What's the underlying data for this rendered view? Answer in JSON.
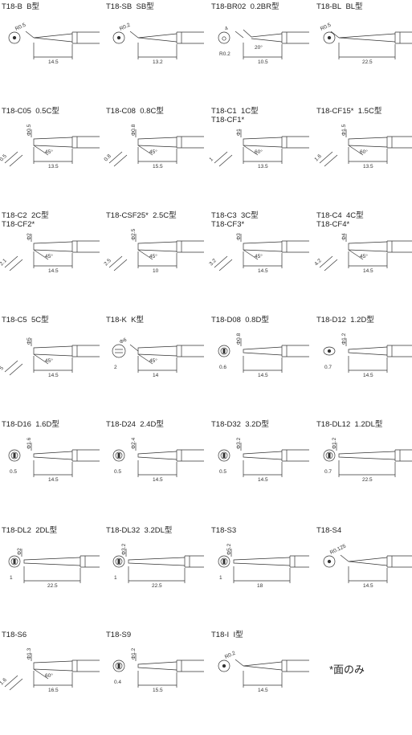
{
  "tips": [
    {
      "name": "T18-B",
      "type": "B型",
      "extra": "",
      "kind": "conical",
      "front": "circle",
      "len": "14.5",
      "tipDim": "R0.5",
      "angleDim": "",
      "sideDim": ""
    },
    {
      "name": "T18-SB",
      "type": "SB型",
      "extra": "",
      "kind": "conical",
      "front": "circle",
      "len": "13.2",
      "tipDim": "R0.2",
      "angleDim": "",
      "sideDim": ""
    },
    {
      "name": "T18-BR02",
      "type": "0.2BR型",
      "extra": "",
      "kind": "bent",
      "front": "bent",
      "len": "10.5",
      "tipDim": "4",
      "angleDim": "20°",
      "sideDim": "R0.2"
    },
    {
      "name": "T18-BL",
      "type": "BL型",
      "extra": "",
      "kind": "long",
      "front": "circle",
      "len": "22.5",
      "tipDim": "R0.5",
      "angleDim": "",
      "sideDim": ""
    },
    {
      "name": "T18-C05",
      "type": "0.5C型",
      "extra": "",
      "kind": "bevel",
      "front": "none",
      "len": "13.5",
      "tipDim": "Φ0.5",
      "angleDim": "45°",
      "sideDim": "0.5"
    },
    {
      "name": "T18-C08",
      "type": "0.8C型",
      "extra": "",
      "kind": "bevel",
      "front": "none",
      "len": "15.5",
      "tipDim": "Φ0.8",
      "angleDim": "45°",
      "sideDim": "0.8"
    },
    {
      "name": "T18-C1",
      "type": "1C型",
      "extra": "T18-CF1*",
      "kind": "bevel",
      "front": "none",
      "len": "13.5",
      "tipDim": "Φ1",
      "angleDim": "60°",
      "sideDim": "1"
    },
    {
      "name": "T18-CF15*",
      "type": "1.5C型",
      "extra": "",
      "kind": "bevel",
      "front": "none",
      "len": "13.5",
      "tipDim": "Φ1.5",
      "angleDim": "60°",
      "sideDim": "1.6"
    },
    {
      "name": "T18-C2",
      "type": "2C型",
      "extra": "T18-CF2*",
      "kind": "bevel",
      "front": "none",
      "len": "14.5",
      "tipDim": "Φ2",
      "angleDim": "45°",
      "sideDim": "2.1"
    },
    {
      "name": "T18-CSF25*",
      "type": "2.5C型",
      "extra": "",
      "kind": "bevel",
      "front": "none",
      "len": "10",
      "tipDim": "Φ2.5",
      "angleDim": "45°",
      "sideDim": "2.5"
    },
    {
      "name": "T18-C3",
      "type": "3C型",
      "extra": "T18-CF3*",
      "kind": "bevel",
      "front": "none",
      "len": "14.5",
      "tipDim": "Φ3",
      "angleDim": "45°",
      "sideDim": "3.2"
    },
    {
      "name": "T18-C4",
      "type": "4C型",
      "extra": "T18-CF4*",
      "kind": "bevel",
      "front": "none",
      "len": "14.5",
      "tipDim": "Φ4",
      "angleDim": "45°",
      "sideDim": "4.2"
    },
    {
      "name": "T18-C5",
      "type": "5C型",
      "extra": "",
      "kind": "bevel",
      "front": "none",
      "len": "14.5",
      "tipDim": "Φ5",
      "angleDim": "45°",
      "sideDim": "5"
    },
    {
      "name": "T18-K",
      "type": "K型",
      "extra": "",
      "kind": "knife",
      "front": "knife",
      "len": "14",
      "tipDim": "Φ6",
      "angleDim": "45°",
      "sideDim": "2"
    },
    {
      "name": "T18-D08",
      "type": "0.8D型",
      "extra": "",
      "kind": "chisel",
      "front": "chisel",
      "len": "14.5",
      "tipDim": "Φ0.8",
      "angleDim": "",
      "sideDim": "0.6"
    },
    {
      "name": "T18-D12",
      "type": "1.2D型",
      "extra": "",
      "kind": "chisel",
      "front": "eye",
      "len": "14.5",
      "tipDim": "Φ1.2",
      "angleDim": "",
      "sideDim": "0.7"
    },
    {
      "name": "T18-D16",
      "type": "1.6D型",
      "extra": "",
      "kind": "chisel",
      "front": "chisel",
      "len": "14.5",
      "tipDim": "Φ1.6",
      "angleDim": "",
      "sideDim": "0.5"
    },
    {
      "name": "T18-D24",
      "type": "2.4D型",
      "extra": "",
      "kind": "chisel",
      "front": "chisel",
      "len": "14.5",
      "tipDim": "Φ2.4",
      "angleDim": "",
      "sideDim": "0.5"
    },
    {
      "name": "T18-D32",
      "type": "3.2D型",
      "extra": "",
      "kind": "chisel",
      "front": "chisel",
      "len": "14.5",
      "tipDim": "Φ3.2",
      "angleDim": "",
      "sideDim": "0.5"
    },
    {
      "name": "T18-DL12",
      "type": "1.2DL型",
      "extra": "",
      "kind": "longchisel",
      "front": "chisel",
      "len": "22.5",
      "tipDim": "Φ1.2",
      "angleDim": "",
      "sideDim": "0.7"
    },
    {
      "name": "T18-DL2",
      "type": "2DL型",
      "extra": "",
      "kind": "longchisel",
      "front": "chisel",
      "len": "22.5",
      "tipDim": "Φ2",
      "angleDim": "",
      "sideDim": "1"
    },
    {
      "name": "T18-DL32",
      "type": "3.2DL型",
      "extra": "",
      "kind": "longchisel",
      "front": "chisel",
      "len": "22.5",
      "tipDim": "Φ3.2",
      "angleDim": "",
      "sideDim": "1"
    },
    {
      "name": "T18-S3",
      "type": "",
      "extra": "",
      "kind": "longchisel",
      "front": "chisel",
      "len": "18",
      "tipDim": "Φ5.2",
      "angleDim": "",
      "sideDim": "1"
    },
    {
      "name": "T18-S4",
      "type": "",
      "extra": "",
      "kind": "conical",
      "front": "circle",
      "len": "14.5",
      "tipDim": "R0.125",
      "angleDim": "",
      "sideDim": ""
    },
    {
      "name": "T18-S6",
      "type": "",
      "extra": "",
      "kind": "bevel",
      "front": "none",
      "len": "16.5",
      "tipDim": "Φ1.3",
      "angleDim": "60°",
      "sideDim": "1.6"
    },
    {
      "name": "T18-S9",
      "type": "",
      "extra": "",
      "kind": "chisel",
      "front": "chisel",
      "len": "15.5",
      "tipDim": "Φ1.2",
      "angleDim": "",
      "sideDim": "0.4"
    },
    {
      "name": "T18-I",
      "type": "I型",
      "extra": "",
      "kind": "conical",
      "front": "circle",
      "len": "14.5",
      "tipDim": "R0.2",
      "angleDim": "",
      "sideDim": ""
    }
  ],
  "footnote": "*面のみ"
}
